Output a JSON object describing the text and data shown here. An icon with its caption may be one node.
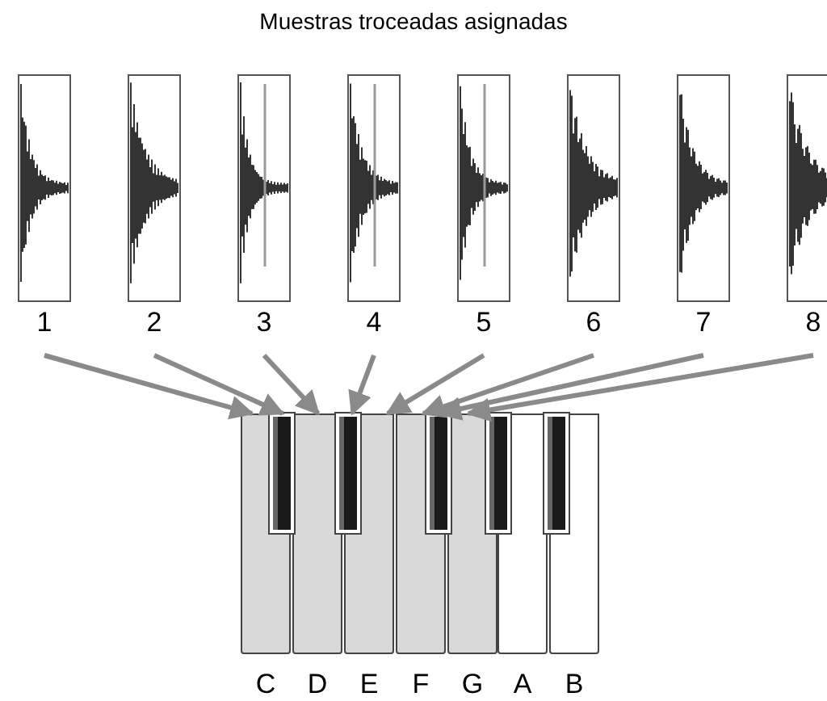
{
  "diagram": {
    "title": "Muestras troceadas asignadas",
    "nodes": [
      {
        "text": [
          "1"
        ]
      },
      {
        "text": [
          "2"
        ]
      },
      {
        "text": [
          "3"
        ]
      },
      {
        "text": [
          "4"
        ]
      },
      {
        "text": [
          "5"
        ]
      },
      {
        "text": [
          "6"
        ]
      },
      {
        "text": [
          "7"
        ]
      },
      {
        "text": [
          "8"
        ]
      },
      {
        "text": [
          "C"
        ]
      },
      {
        "text": [],
        "shape": "box"
      },
      {
        "text": [
          "D"
        ]
      },
      {
        "text": [],
        "shape": "box"
      },
      {
        "text": [
          "E"
        ]
      },
      {
        "text": [
          "F"
        ]
      },
      {
        "text": [],
        "shape": "box"
      },
      {
        "text": [
          "G"
        ]
      },
      {
        "text": [],
        "shape": "box"
      },
      {
        "text": [
          "A"
        ]
      },
      {
        "text": [],
        "shape": "box"
      },
      {
        "text": [
          "B"
        ]
      }
    ],
    "edges": [
      {
        "from": 0,
        "to": 8,
        "arrow": "to"
      },
      {
        "from": 1,
        "to": 9,
        "arrow": "to"
      },
      {
        "from": 2,
        "to": 10,
        "arrow": "to"
      },
      {
        "from": 3,
        "to": 11,
        "arrow": "to"
      },
      {
        "from": 4,
        "to": 12,
        "arrow": "to"
      },
      {
        "from": 5,
        "to": 13,
        "arrow": "to"
      },
      {
        "from": 6,
        "to": 14,
        "arrow": "to"
      },
      {
        "from": 7,
        "to": 15,
        "arrow": "to"
      }
    ]
  }
}
